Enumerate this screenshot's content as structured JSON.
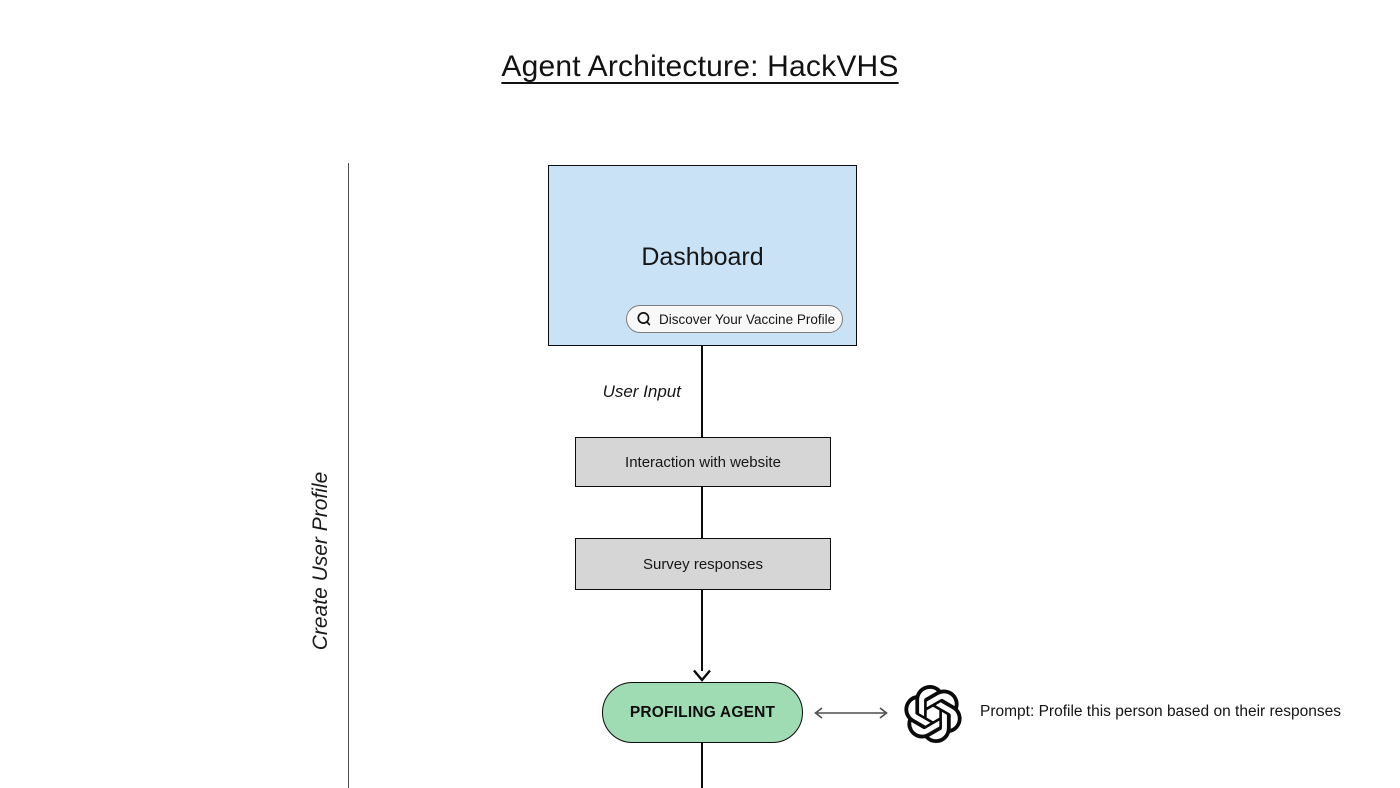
{
  "title": "Agent Architecture: HackVHS",
  "group": {
    "label": "Create User Profile"
  },
  "nodes": {
    "dashboard": {
      "label": "Dashboard",
      "search_button": "Discover Your Vaccine Profile"
    },
    "interaction": {
      "label": "Interaction with website"
    },
    "survey": {
      "label": "Survey responses"
    },
    "profiling_agent": {
      "label": "PROFILING AGENT"
    }
  },
  "edges": {
    "user_input_label": "User Input"
  },
  "llm": {
    "prompt": "Prompt: Profile this person based on their responses"
  },
  "icons": {
    "search": "magnifier-icon",
    "llm_logo": "openai-logo"
  },
  "colors": {
    "dashboard_fill": "#c9e2f6",
    "process_fill": "#d6d6d6",
    "agent_fill": "#9fdbb3",
    "connector": "#0c0c0c",
    "double_arrow": "#4d4d4d",
    "group_rule": "#4d4d4d"
  }
}
